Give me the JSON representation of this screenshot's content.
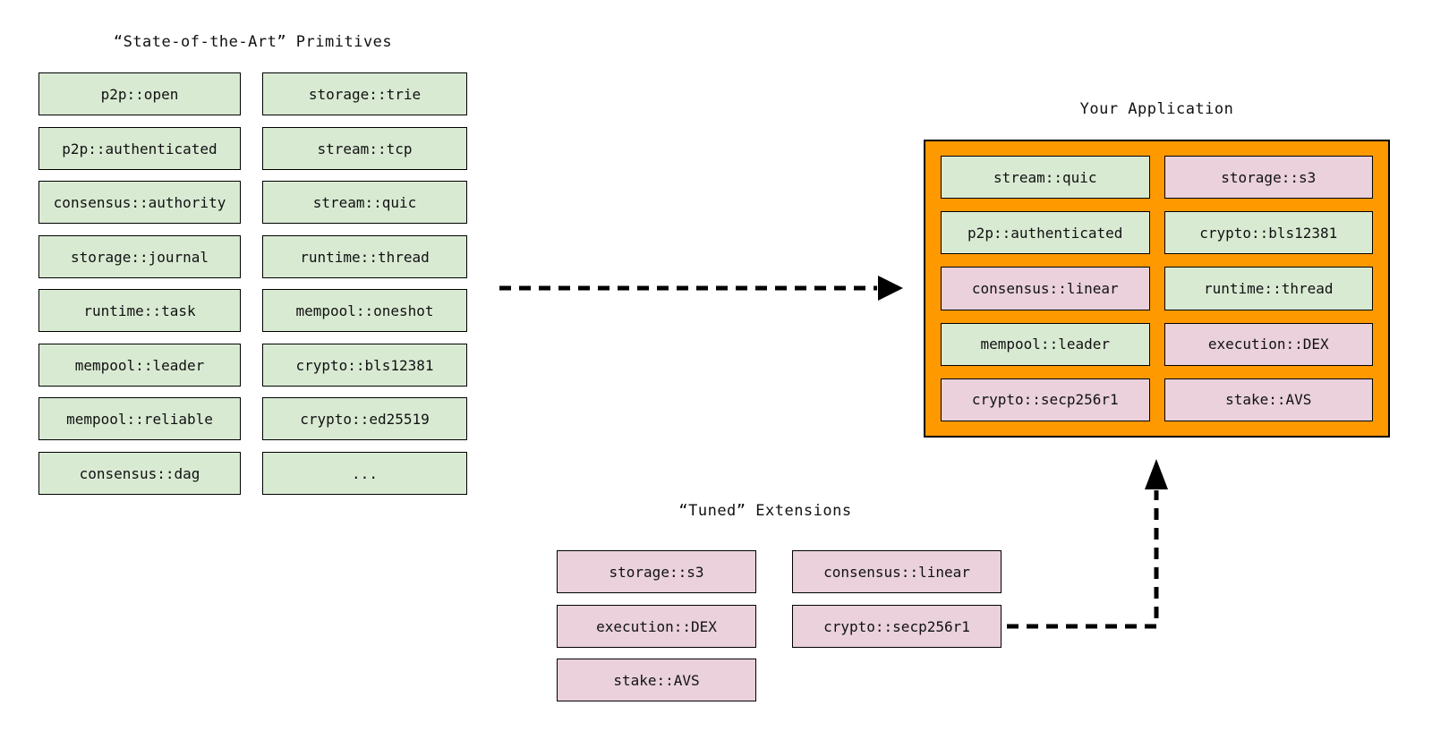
{
  "colors": {
    "primitive_fill": "#d9ead3",
    "extension_fill": "#ead1dc",
    "application_fill": "#ff9900",
    "border": "#000000",
    "arrow": "#000000"
  },
  "primitives": {
    "title": "“State-of-the-Art” Primitives",
    "column1": [
      "p2p::open",
      "p2p::authenticated",
      "consensus::authority",
      "storage::journal",
      "runtime::task",
      "mempool::leader",
      "mempool::reliable",
      "consensus::dag"
    ],
    "column2": [
      "storage::trie",
      "stream::tcp",
      "stream::quic",
      "runtime::thread",
      "mempool::oneshot",
      "crypto::bls12381",
      "crypto::ed25519",
      "..."
    ]
  },
  "application": {
    "title": "Your Application",
    "cells": [
      {
        "label": "stream::quic",
        "variant": "primitive"
      },
      {
        "label": "storage::s3",
        "variant": "extension"
      },
      {
        "label": "p2p::authenticated",
        "variant": "primitive"
      },
      {
        "label": "crypto::bls12381",
        "variant": "primitive"
      },
      {
        "label": "consensus::linear",
        "variant": "extension"
      },
      {
        "label": "runtime::thread",
        "variant": "primitive"
      },
      {
        "label": "mempool::leader",
        "variant": "primitive"
      },
      {
        "label": "execution::DEX",
        "variant": "extension"
      },
      {
        "label": "crypto::secp256r1",
        "variant": "extension"
      },
      {
        "label": "stake::AVS",
        "variant": "extension"
      }
    ]
  },
  "extensions": {
    "title": "“Tuned” Extensions",
    "column1": [
      "storage::s3",
      "execution::DEX",
      "stake::AVS"
    ],
    "column2": [
      "consensus::linear",
      "crypto::secp256r1"
    ]
  },
  "arrows": [
    {
      "name": "primitives-to-application",
      "style": "dashed",
      "direction": "right"
    },
    {
      "name": "extensions-to-application",
      "style": "dashed",
      "direction": "right-then-up"
    }
  ]
}
